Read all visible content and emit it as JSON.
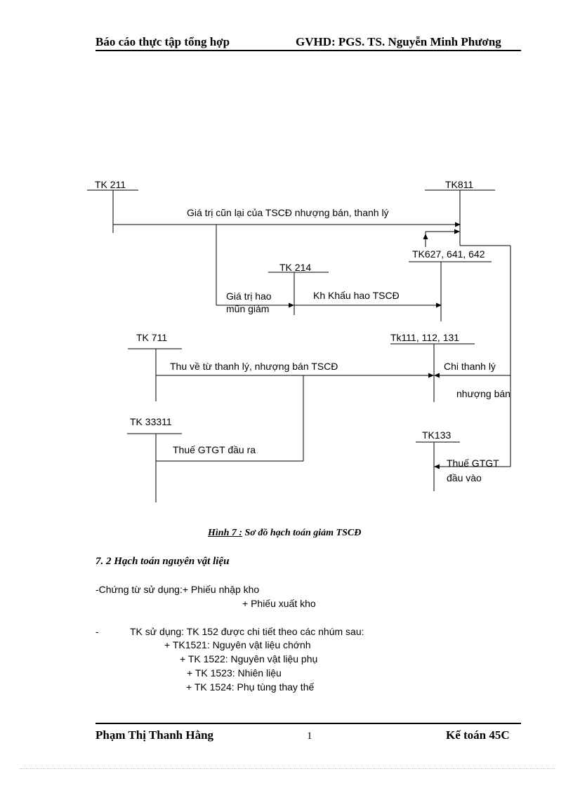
{
  "header": {
    "left": "Báo cáo thực tập tổng hợp",
    "right": "GVHD: PGS. TS. Nguyễn Minh Phương"
  },
  "diagram": {
    "tk211": "TK 211",
    "tk811": "TK811",
    "tk627": "TK627, 641, 642",
    "tk214": "TK 214",
    "tk711": "TK 711",
    "tk111": "Tk111, 112, 131",
    "tk33311": "TK 33311",
    "tk133": "TK133",
    "lbl_gia_tri_con_lai": "Giá trị cũn lại của TSCĐ nhượng bán, thanh lý",
    "lbl_gia_tri_hao_1": "Giá trị hao",
    "lbl_gia_tri_hao_2": "mũn giảm",
    "lbl_khau_hao": "Kh   Khấu hao TSCĐ",
    "lbl_thu_ve": "Thu về từ thanh lý, nhượng bán TSCĐ",
    "lbl_chi_thanh_ly": "Chi thanh lý",
    "lbl_nhuong_ban": "nhượng bán",
    "lbl_thue_ra": "Thuế GTGT đầu ra",
    "lbl_thue_vao_1": "Thuế GTGT",
    "lbl_thue_vao_2": "đầu vào"
  },
  "caption": {
    "prefix": "Hình  7  :",
    "text": " Sơ đồ hạch toán giảm TSCĐ"
  },
  "section_title": "7. 2 Hạch toán nguyên vật liệu",
  "body": {
    "chung_tu_label": "-Chứng từ sử dụng:+   Phiếu nhập kho",
    "chung_tu_2": "+ Phiếu xuất kho",
    "tk_dash": "-",
    "tk_intro": "TK  sử dụng:  TK  152 được chi tiết theo các nhúm sau:",
    "items": [
      "+ TK1521: Nguyên vật liệu chớnh",
      "+ TK  1522: Nguyên vật liệu phụ",
      "+ TK  1523: Nhiên liệu",
      "+ TK  1524: Phụ tùng thay thế"
    ]
  },
  "footer": {
    "left": "Phạm Thị Thanh Hằng",
    "page": "1",
    "right": "Kế toán 45C"
  }
}
